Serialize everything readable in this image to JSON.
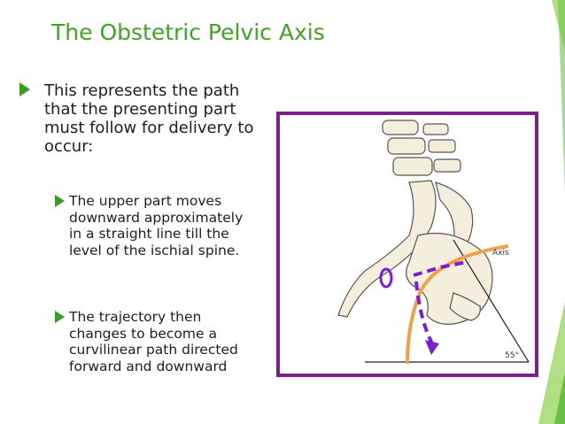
{
  "slide": {
    "title": "The Obstetric  Pelvic Axis",
    "bullet_main": "This represents the path that the presenting part must follow for delivery to occur:",
    "sub_bullets": [
      "The upper part moves downward approximately in a straight line till the level of the ischial spine.",
      "The trajectory then changes to become a curvilinear path directed forward and downward"
    ]
  },
  "figure": {
    "axis_label": "Axis",
    "angle_label": "55°"
  },
  "colors": {
    "title": "#43a126",
    "bullet_arrow": "#3c9a26",
    "frame": "#7b1f8e",
    "axis_curve": "#f0a04b",
    "path_arrow": "#7a1fd1"
  }
}
